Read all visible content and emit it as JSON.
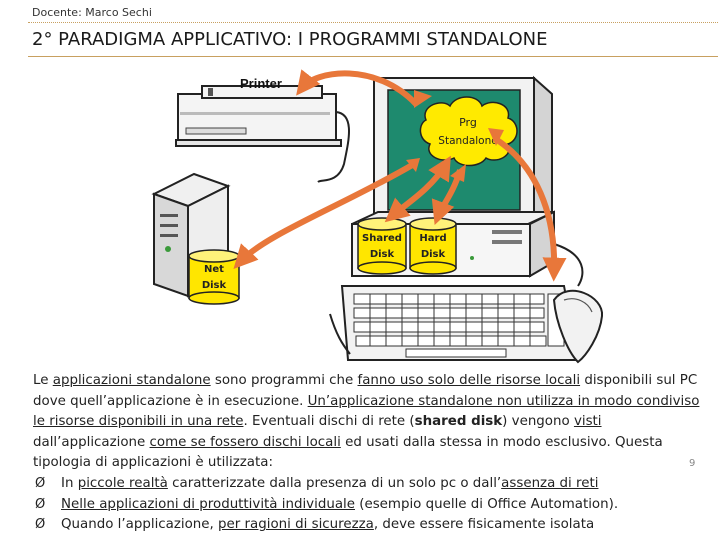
{
  "header": {
    "docente": "Docente: Marco Sechi",
    "title": "2° PARADIGMA APPLICATIVO: I PROGRAMMI STANDALONE"
  },
  "figure": {
    "printer_label": "Printer",
    "prg_line1": "Prg",
    "prg_line2": "Standalone",
    "shared_line1": "Shared",
    "shared_line2": "Disk",
    "hard_line1": "Hard",
    "hard_line2": "Disk",
    "net_line1": "Net",
    "net_line2": "Disk",
    "colors": {
      "arrow": "#e8773a",
      "screen": "#1e8a6e",
      "disk": "#ffe600",
      "cloud": "#ffea00"
    }
  },
  "body": {
    "p_seg1": "Le ",
    "p_seg2": "applicazioni standalone",
    "p_seg3": " sono programmi che ",
    "p_seg4": "fanno uso solo delle risorse locali",
    "p_seg5": " disponibili sul PC dove quell’applicazione è in esecuzione. ",
    "p_seg6": "Un’applicazione standalone non utilizza in modo condiviso le risorse disponibili in una rete",
    "p_seg7": ". Eventuali dischi di rete (",
    "p_seg8": "shared disk",
    "p_seg9": ") vengono ",
    "p_seg10": "visti",
    "p_seg11": " dall’applicazione ",
    "p_seg12": "come se fossero dischi locali",
    "p_seg13": " ed usati dalla stessa in modo esclusivo. Questa tipologia di applicazioni è utilizzata:",
    "bullets": [
      {
        "a": "In ",
        "b": "piccole realtà",
        "c": " caratterizzate dalla presenza di un solo pc o dall’",
        "d": "assenza di reti",
        "e": ""
      },
      {
        "a": "",
        "b": "Nelle applicazioni di produttività individuale",
        "c": " (esempio quelle di Office Automation).",
        "d": "",
        "e": ""
      },
      {
        "a": "Quando l’applicazione, ",
        "b": "per ragioni di sicurezza",
        "c": ", deve essere fisicamente isolata",
        "d": "",
        "e": ""
      }
    ],
    "bullet_glyph": "Ø"
  },
  "page_number": "9"
}
